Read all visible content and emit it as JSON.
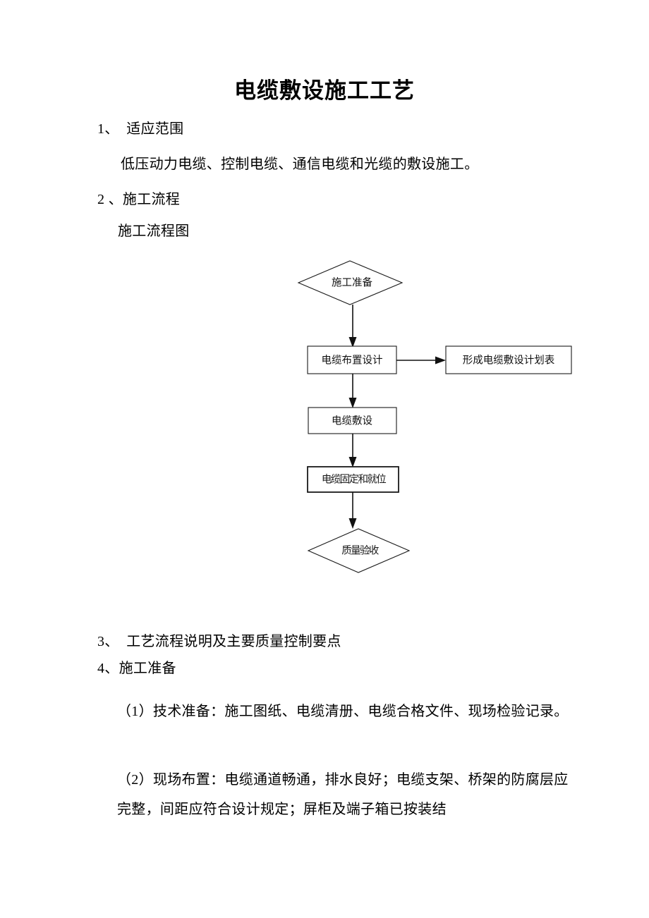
{
  "document": {
    "title": "电缆敷设施工工艺",
    "sections": [
      {
        "id": "sec1",
        "heading": "1、  适应范围",
        "body": "低压动力电缆、控制电缆、通信电缆和光缆的敷设施工。"
      },
      {
        "id": "sec2",
        "heading": "2 、施工流程",
        "body": "施工流程图"
      },
      {
        "id": "sec3",
        "heading": "3、  工艺流程说明及主要质量控制要点"
      },
      {
        "id": "sec4",
        "heading": "4、施工准备"
      }
    ],
    "items": [
      {
        "marker": "（1）",
        "text": "技术准备：施工图纸、电缆清册、电缆合格文件、现场检验记录。"
      },
      {
        "marker": "（2）",
        "text": "现场布置：电缆通道畅通，排水良好；电缆支架、桥架的防腐层应完整，间距应符合设计规定；屏柜及端子箱已按装结"
      }
    ]
  },
  "flowchart": {
    "title": "施工流程图",
    "nodes": [
      {
        "id": "n1",
        "shape": "diamond",
        "label": "施工准备"
      },
      {
        "id": "n2",
        "shape": "rect",
        "label": "电缆布置设计"
      },
      {
        "id": "n3",
        "shape": "rect",
        "label": "形成电缆敷设计划表"
      },
      {
        "id": "n4",
        "shape": "rect",
        "label": "电缆敷设"
      },
      {
        "id": "n5",
        "shape": "rect",
        "label": "电缆固定和就位"
      },
      {
        "id": "n6",
        "shape": "diamond",
        "label": "质量验收"
      }
    ],
    "edges": [
      {
        "from": "n1",
        "to": "n2",
        "direction": "down"
      },
      {
        "from": "n2",
        "to": "n3",
        "direction": "right"
      },
      {
        "from": "n2",
        "to": "n4",
        "direction": "down"
      },
      {
        "from": "n4",
        "to": "n5",
        "direction": "down"
      },
      {
        "from": "n5",
        "to": "n6",
        "direction": "down"
      }
    ]
  },
  "colors": {
    "page_background": "#ffffff",
    "text": "#000000",
    "shape_stroke": "#1a1a1a",
    "connector": "#111111"
  }
}
